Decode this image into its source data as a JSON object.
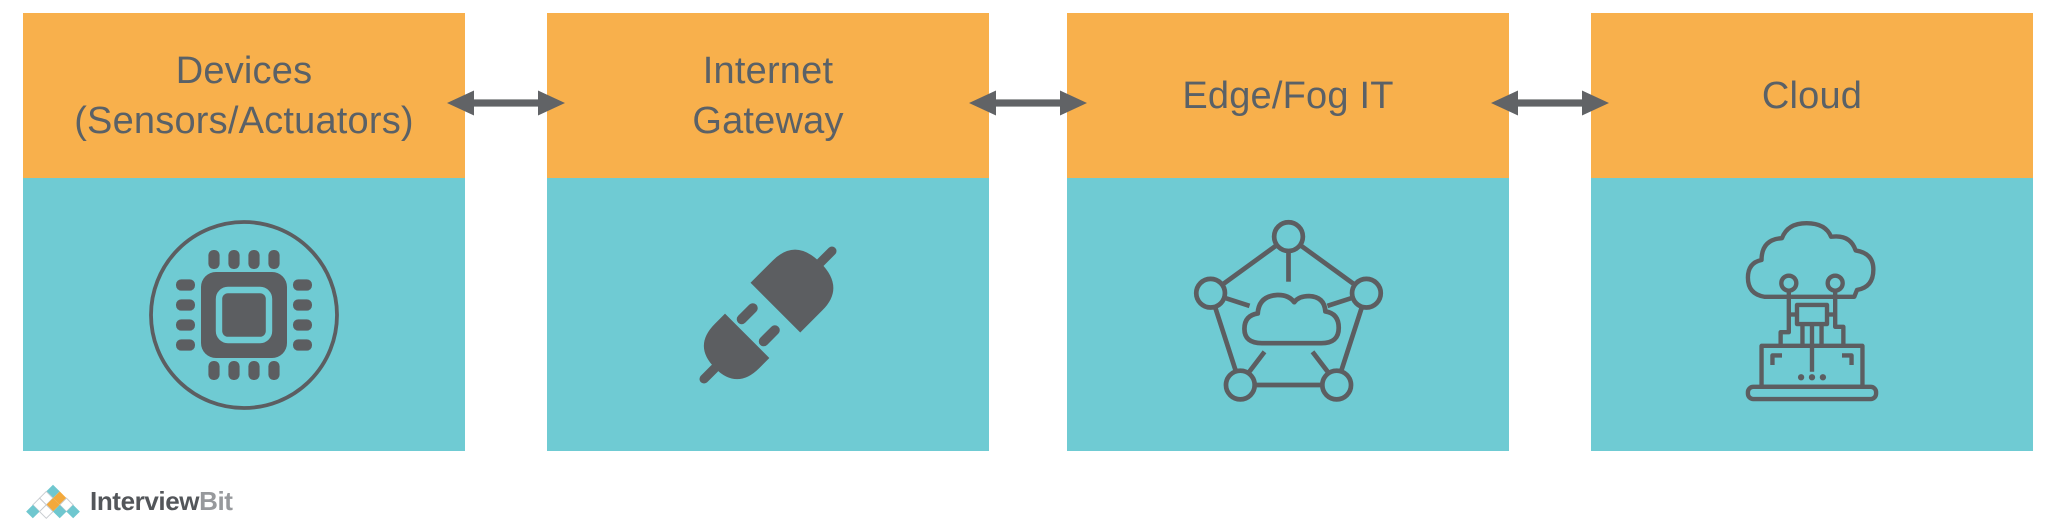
{
  "palette": {
    "header_orange": "#F8B04C",
    "body_teal": "#6FCBD3",
    "heading_text": "#5A6167",
    "icon_gray": "#5C5E61",
    "arrow_gray": "#616366",
    "logo_dark": "#53565A",
    "logo_muted": "#97999C",
    "diamond_teal": "#6FC7CF",
    "diamond_orange": "#F3A93C",
    "diamond_border": "#C8CCD0",
    "page_bg": "#FFFFFF"
  },
  "diagram": {
    "stages": [
      {
        "name": "devices",
        "line1": "Devices",
        "line2": "(Sensors/Actuators)",
        "icon": "microchip-icon"
      },
      {
        "name": "internet-gateway",
        "line1": "Internet",
        "line2": "Gateway",
        "icon": "plug-icon"
      },
      {
        "name": "edge-fog-it",
        "line1": "Edge/Fog IT",
        "line2": "",
        "icon": "fog-network-icon"
      },
      {
        "name": "cloud",
        "line1": "Cloud",
        "line2": "",
        "icon": "cloud-computing-icon"
      }
    ],
    "connectors": [
      {
        "type": "double-headed-arrow",
        "between": [
          "Devices (Sensors/Actuators)",
          "Internet Gateway"
        ]
      },
      {
        "type": "double-headed-arrow",
        "between": [
          "Internet Gateway",
          "Edge/Fog IT"
        ]
      },
      {
        "type": "double-headed-arrow",
        "between": [
          "Edge/Fog IT",
          "Cloud"
        ]
      }
    ]
  },
  "footer": {
    "logo": {
      "text_primary": "Interview",
      "text_secondary": "Bit",
      "mark": "diamond-pyramid"
    }
  }
}
